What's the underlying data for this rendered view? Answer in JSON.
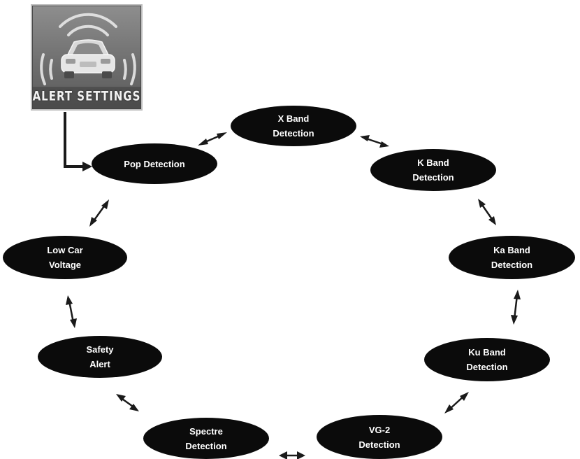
{
  "icon": {
    "label": "ALERT SETTINGS",
    "graphic": "car-with-signal-waves-icon"
  },
  "nodes": {
    "x_band": {
      "line1": "X Band",
      "line2": "Detection"
    },
    "k_band": {
      "line1": "K Band",
      "line2": "Detection"
    },
    "ka_band": {
      "line1": "Ka Band",
      "line2": "Detection"
    },
    "ku_band": {
      "line1": "Ku Band",
      "line2": "Detection"
    },
    "vg2": {
      "line1": "VG-2",
      "line2": "Detection"
    },
    "spectre": {
      "line1": "Spectre",
      "line2": "Detection"
    },
    "safety_alert": {
      "line1": "Safety",
      "line2": "Alert"
    },
    "low_car_voltage": {
      "line1": "Low Car",
      "line2": "Voltage"
    },
    "pop_detection": {
      "line1": "Pop Detection"
    }
  },
  "colors": {
    "node_fill": "#0b0b0b",
    "node_text": "#ffffff",
    "arrow": "#1a1a1a",
    "background": "#ffffff"
  }
}
